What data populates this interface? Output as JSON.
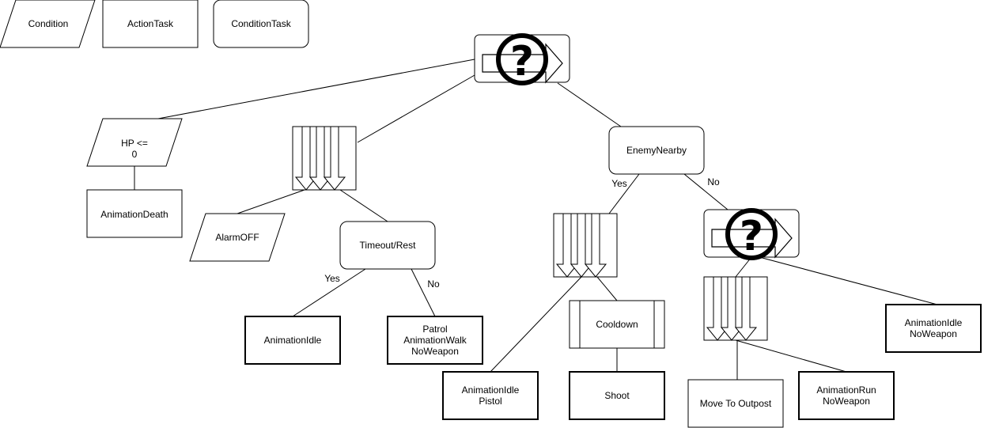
{
  "legend": {
    "condition": "Condition",
    "action_task": "ActionTask",
    "condition_task": "ConditionTask"
  },
  "nodes": {
    "hp_line1": "HP <=",
    "hp_line2": "0",
    "animation_death": "AnimationDeath",
    "alarm_off": "AlarmOFF",
    "timeout_rest": "Timeout/Rest",
    "animation_idle": "AnimationIdle",
    "patrol_line1": "Patrol",
    "patrol_line2": "AnimationWalk",
    "patrol_line3": "NoWeapon",
    "enemy_nearby": "EnemyNearby",
    "idle_pistol_line1": "AnimationIdle",
    "idle_pistol_line2": "Pistol",
    "cooldown": "Cooldown",
    "shoot": "Shoot",
    "move_to_outpost": "Move To Outpost",
    "run_noweapon_line1": "AnimationRun",
    "run_noweapon_line2": "NoWeapon",
    "idle_noweapon_line1": "AnimationIdle",
    "idle_noweapon_line2": "NoWeapon"
  },
  "edge_labels": {
    "timeout_yes": "Yes",
    "timeout_no": "No",
    "enemy_yes": "Yes",
    "enemy_no": "No"
  },
  "icons": {
    "selector": "selector-icon",
    "sequence": "sequence-icon"
  }
}
